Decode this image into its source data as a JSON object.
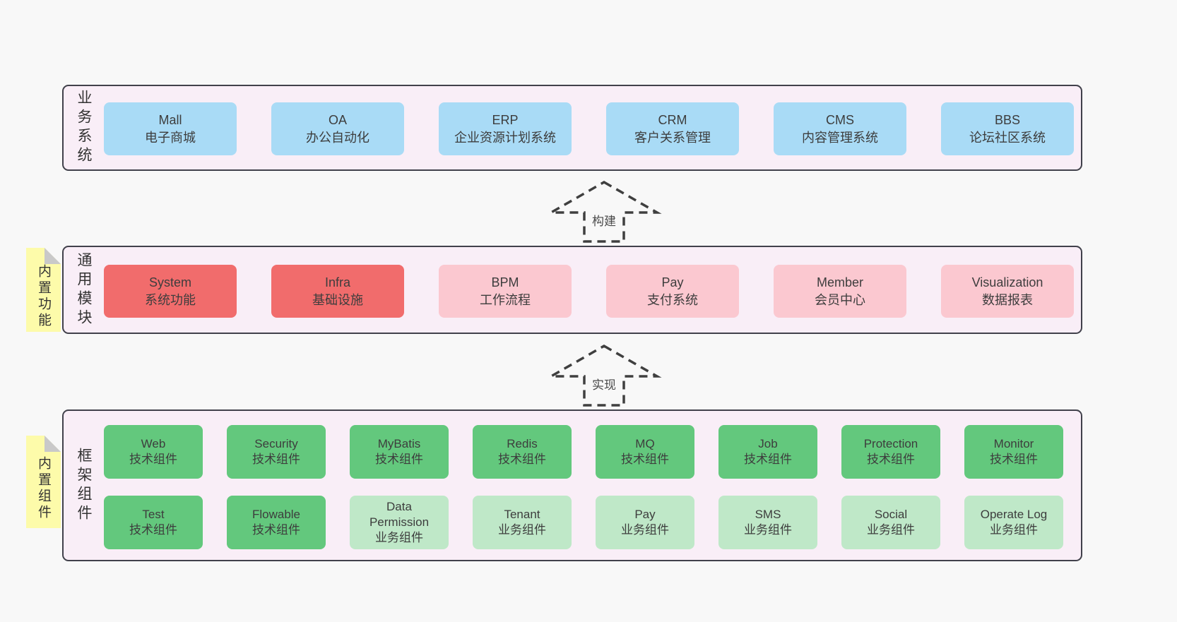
{
  "page": {
    "background": "#f8f8f8"
  },
  "colors": {
    "panel_fill": "#f9eef7",
    "panel_border": "#41414b",
    "blue_box": "#a9dbf6",
    "red_box": "#f16c6c",
    "pink_box": "#fbc8d0",
    "green_box": "#63c87d",
    "light_green_box": "#bfe8c8",
    "note_yellow": "#fdfbaa",
    "fold_gray": "#c9c9c9",
    "text": "#3d3d3d"
  },
  "arrows": {
    "build": "构建",
    "implement": "实现"
  },
  "section_business": {
    "label": "业务系统",
    "boxes": [
      {
        "name": "Mall",
        "desc": "电子商城"
      },
      {
        "name": "OA",
        "desc": "办公自动化"
      },
      {
        "name": "ERP",
        "desc": "企业资源计划系统"
      },
      {
        "name": "CRM",
        "desc": "客户关系管理"
      },
      {
        "name": "CMS",
        "desc": "内容管理系统"
      },
      {
        "name": "BBS",
        "desc": "论坛社区系统"
      }
    ]
  },
  "section_common": {
    "label": "通用模块",
    "note": "内置功能",
    "boxes": [
      {
        "name": "System",
        "desc": "系统功能"
      },
      {
        "name": "Infra",
        "desc": "基础设施"
      },
      {
        "name": "BPM",
        "desc": "工作流程"
      },
      {
        "name": "Pay",
        "desc": "支付系统"
      },
      {
        "name": "Member",
        "desc": "会员中心"
      },
      {
        "name": "Visualization",
        "desc": "数据报表"
      }
    ]
  },
  "section_framework": {
    "label": "框架组件",
    "note": "内置组件",
    "row1": [
      {
        "name": "Web",
        "desc": "技术组件"
      },
      {
        "name": "Security",
        "desc": "技术组件"
      },
      {
        "name": "MyBatis",
        "desc": "技术组件"
      },
      {
        "name": "Redis",
        "desc": "技术组件"
      },
      {
        "name": "MQ",
        "desc": "技术组件"
      },
      {
        "name": "Job",
        "desc": "技术组件"
      },
      {
        "name": "Protection",
        "desc": "技术组件"
      },
      {
        "name": "Monitor",
        "desc": "技术组件"
      }
    ],
    "row2": [
      {
        "name": "Test",
        "desc": "技术组件"
      },
      {
        "name": "Flowable",
        "desc": "技术组件"
      },
      {
        "name": "Data Permission",
        "desc": "业务组件"
      },
      {
        "name": "Tenant",
        "desc": "业务组件"
      },
      {
        "name": "Pay",
        "desc": "业务组件"
      },
      {
        "name": "SMS",
        "desc": "业务组件"
      },
      {
        "name": "Social",
        "desc": "业务组件"
      },
      {
        "name": "Operate Log",
        "desc": "业务组件"
      }
    ]
  }
}
